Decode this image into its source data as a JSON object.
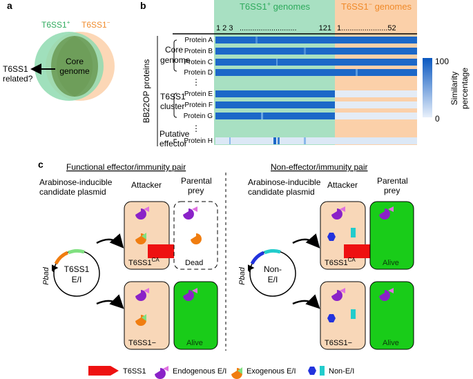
{
  "panels": {
    "a": {
      "label": "a",
      "venn_left": "T6SS1+",
      "venn_right": "T6SS1−",
      "center_line1": "Core",
      "center_line2": "genome",
      "question_line1": "T6SS1",
      "question_line2": "related?"
    },
    "b": {
      "label": "b",
      "header_pos": "T6SS1+ genomes",
      "header_neg": "T6SS1− genomes",
      "index_pos_start": "1 2 3",
      "index_pos_dots": "...........................",
      "index_pos_end": "121",
      "index_neg": "1......................52",
      "axis_label": "BB22OP proteins",
      "groups": [
        {
          "name_line1": "Core",
          "name_line2": "genome"
        },
        {
          "name_line1": "T6SS1",
          "name_line2": "cluster"
        },
        {
          "name_line1": "Putative",
          "name_line2": "effector"
        }
      ],
      "proteins": [
        "Protein A",
        "Protein B",
        "Protein C",
        "Protein D",
        "Protein E",
        "Protein F",
        "Protein G",
        "Protein H"
      ],
      "vdots": "⋮",
      "colorbar": {
        "max": "100",
        "min": "0",
        "label_line1": "Similarity",
        "label_line2": "percentage"
      }
    },
    "c": {
      "label": "c",
      "left_title": "Functional effector/immunity pair",
      "right_title": "Non-effector/immunity pair",
      "plasmid_caption_line1": "Arabinose-inducible",
      "plasmid_caption_line2": "candidate plasmid",
      "attacker": "Attacker",
      "prey_line1": "Parental",
      "prey_line2": "prey",
      "left_plasmid_line1": "T6SS1",
      "left_plasmid_line2": "E/I",
      "right_plasmid_line1": "Non-",
      "right_plasmid_line2": "E/I",
      "promoter": "Pbad",
      "t6ss_ca": "T6SS1CA",
      "t6ss_ca_base": "T6SS1",
      "t6ss_ca_sup": "CA",
      "t6ss_minus": "T6SS1−",
      "dead": "Dead",
      "alive": "Alive"
    }
  },
  "legend": {
    "t6ss": "T6SS1",
    "endogenous": "Endogenous E/I",
    "exogenous": "Exogenous E/I",
    "non_ei": "Non-E/I"
  },
  "colors": {
    "pos_bg": "#a8e0c2",
    "neg_bg": "#fbd0a9",
    "pos_text": "#2eaa5c",
    "neg_text": "#f08a2a",
    "cell_bg": "#f8d7b8",
    "alive_bg": "#19cc19",
    "arrow_red": "#ee1111",
    "endo": "#8a22c8",
    "endo_imm": "#e070e0",
    "exo": "#f07d10",
    "exo_imm": "#80e080",
    "nonei_hex": "#2233dd",
    "nonei_bar": "#22cccc",
    "bar_blue": "#1c68c8"
  }
}
